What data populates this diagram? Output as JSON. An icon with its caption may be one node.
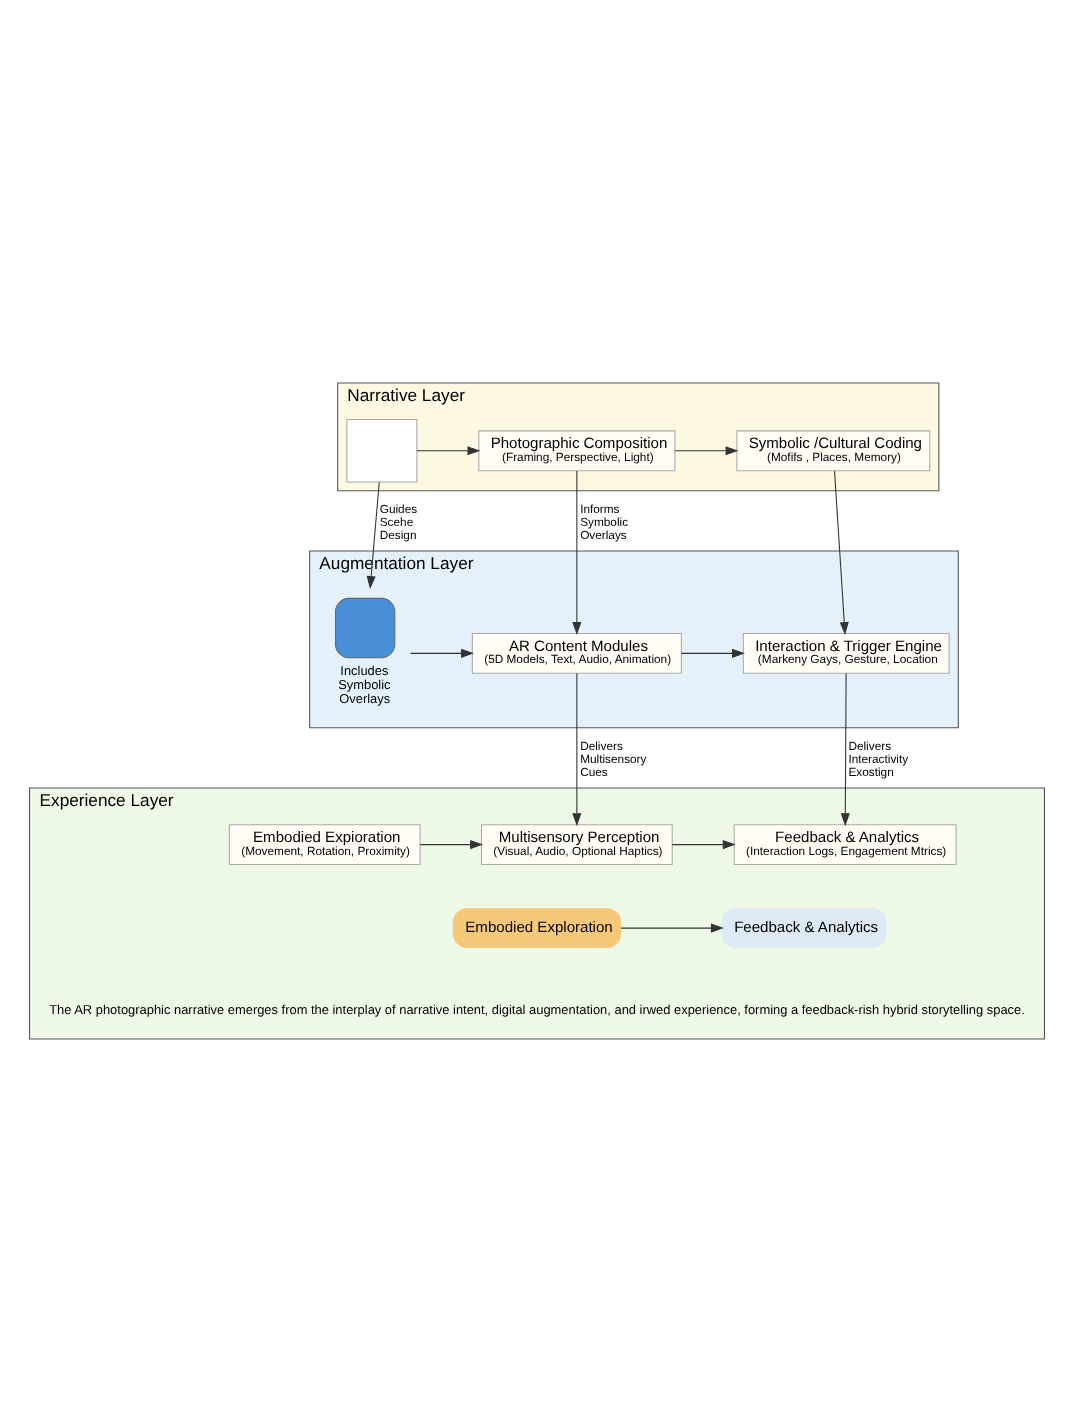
{
  "diagram": {
    "nodes": [
      {
        "text": [
          "Narrative Layer"
        ]
      },
      {
        "text": [],
        "shape": "box",
        "in": 0
      },
      {
        "text": [
          "Photographic Composition",
          "(Framing, Perspective, Light)"
        ],
        "in": 0
      },
      {
        "text": [
          "Symbolic /Cultural Coding",
          "(Mofifs , Places, Memory)"
        ],
        "in": 0
      },
      {
        "text": [
          "Augmentation Layer"
        ]
      },
      {
        "text": [],
        "shape": "person",
        "in": 4,
        "beside": [
          "Includes Symbolic Overlays"
        ]
      },
      {
        "text": [
          "AR Content Modules",
          "(5D Models, Text, Audio, Animation)"
        ],
        "in": 4
      },
      {
        "text": [
          "Interaction & Trigger Engine",
          "(Markeny Gays, Gesture, Location"
        ],
        "in": 4
      },
      {
        "text": [
          "Experience Layer"
        ]
      },
      {
        "text": [
          "Embodied Expioration",
          "(Movement, Rotation, Proximity)"
        ],
        "in": 8
      },
      {
        "text": [
          "Multisensory Perception",
          "(Visual, Audio, Optional Haptics)"
        ],
        "in": 8
      },
      {
        "text": [
          "Feedback & Analytics",
          "(Interaction Logs, Engagement Mtrics)"
        ],
        "in": 8
      },
      {
        "text": [
          "Embodied Exploration"
        ],
        "in": 8
      },
      {
        "text": [
          "Feedback & Analytics"
        ],
        "in": 8
      }
    ],
    "edges": [
      {
        "from": 1,
        "to": 2,
        "arrow": "to"
      },
      {
        "from": 2,
        "to": 3,
        "arrow": "to"
      },
      {
        "from": 1,
        "to": 5,
        "arrow": "to",
        "label": "Guides Scehe Design"
      },
      {
        "from": 2,
        "to": 6,
        "arrow": "to",
        "label": "Informs Symbolic Overlays"
      },
      {
        "from": 3,
        "to": 7,
        "arrow": "to"
      },
      {
        "from": 5,
        "to": 6,
        "arrow": "to"
      },
      {
        "from": 6,
        "to": 7,
        "arrow": "to"
      },
      {
        "from": 6,
        "to": 10,
        "arrow": "to",
        "label": "Delivers Multisensory Cues"
      },
      {
        "from": 7,
        "to": 11,
        "arrow": "to",
        "label": "Delivers Interactivity Exostign"
      },
      {
        "from": 9,
        "to": 10,
        "arrow": "to"
      },
      {
        "from": 10,
        "to": 11,
        "arrow": "to"
      },
      {
        "from": 12,
        "to": 13,
        "arrow": "to"
      }
    ],
    "labels": [
      "The AR photographic narrative emerges from the interplay of narrative intent, digital augmentation, and irwed experience, forming a feedback-rish hybrid storytelling space."
    ]
  }
}
